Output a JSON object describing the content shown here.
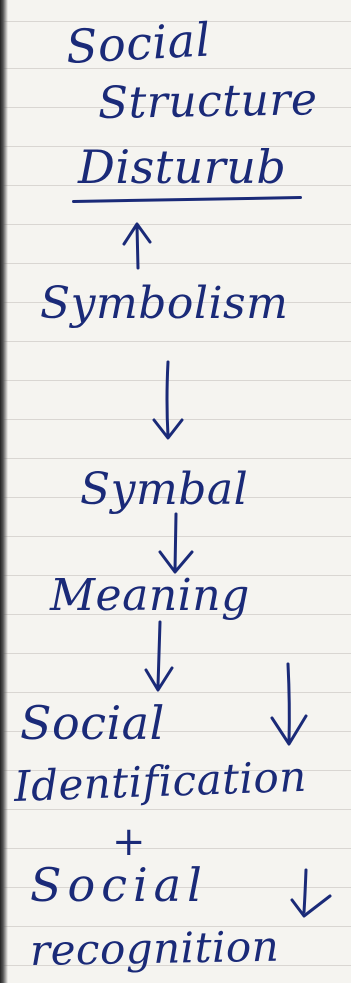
{
  "notes": {
    "line1": "Social",
    "line2": "Structure",
    "line3": "Disturub",
    "line4": "Symbolism",
    "line5": "Symbal",
    "line6": "Meaning",
    "line7": "Social",
    "line8": "Identification",
    "plus": "+",
    "line9": "Social",
    "line10": "recognition"
  },
  "colors": {
    "ink": "#1a2a78",
    "paper": "#f5f4f0",
    "rule": "#d9d6d2"
  }
}
